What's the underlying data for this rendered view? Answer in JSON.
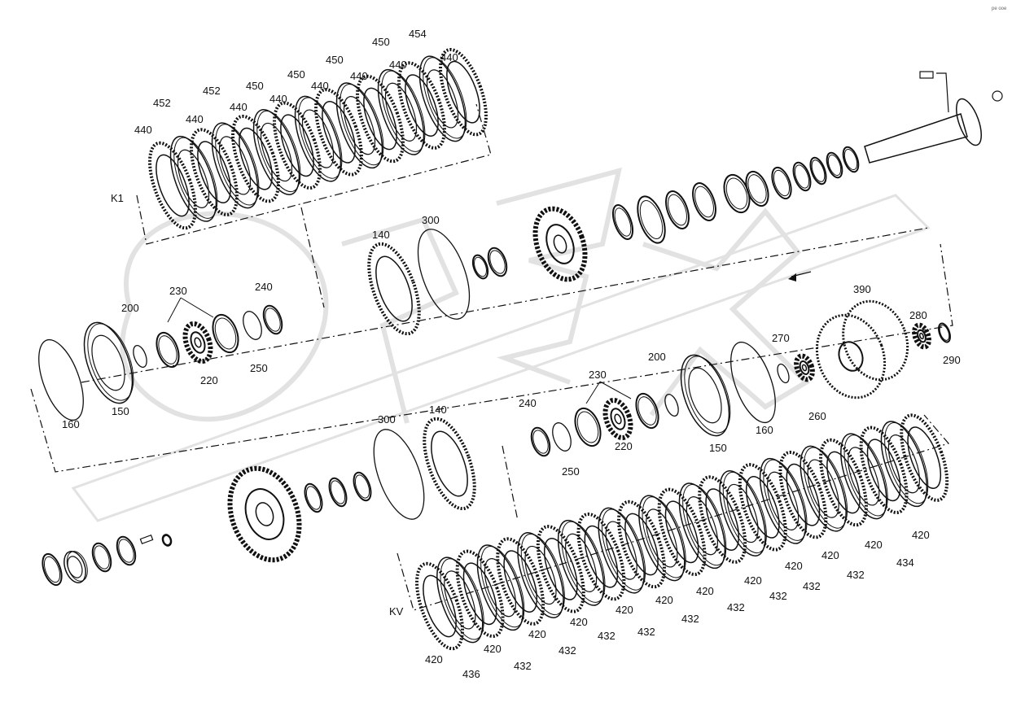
{
  "reference": "pe ooe",
  "groups": {
    "k1": "K1",
    "kv": "KV"
  },
  "labels": [
    "440",
    "452",
    "440",
    "452",
    "440",
    "450",
    "440",
    "450",
    "440",
    "450",
    "440",
    "450",
    "440",
    "454",
    "440",
    "140",
    "300",
    "200",
    "230",
    "240",
    "220",
    "250",
    "160",
    "150",
    "390",
    "280",
    "290",
    "270",
    "260",
    "200",
    "230",
    "240",
    "220",
    "250",
    "150",
    "160",
    "300",
    "140",
    "420",
    "436",
    "420",
    "432",
    "420",
    "432",
    "420",
    "432",
    "420",
    "432",
    "420",
    "432",
    "420",
    "432",
    "420",
    "432",
    "420",
    "432",
    "420",
    "432",
    "420",
    "434",
    "420"
  ],
  "colors": {
    "ink": "#111111",
    "watermark": "#e4e4e4"
  }
}
